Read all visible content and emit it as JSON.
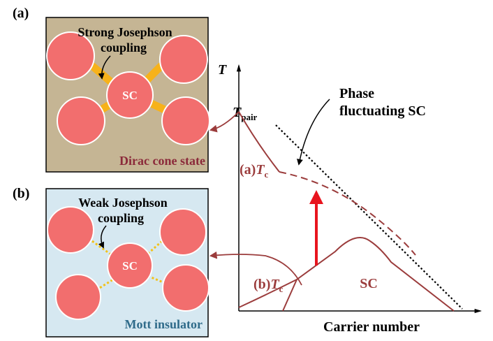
{
  "panels": {
    "a": {
      "tag": "(a)",
      "title_line1": "Strong Josephson",
      "title_line2": "coupling",
      "center_label": "SC",
      "state_label": "Dirac cone state",
      "bg_color": "#c5b594",
      "state_color": "#8b2a3a",
      "link_color": "#f7b21a"
    },
    "b": {
      "tag": "(b)",
      "title_line1": "Weak Josephson",
      "title_line2": "coupling",
      "center_label": "SC",
      "state_label": "Mott insulator",
      "bg_color": "#d6e8f1",
      "state_color": "#2f6b8a",
      "link_color": "#f2c21a"
    }
  },
  "grain_color": "#f26e6e",
  "phase": {
    "axis_y_label": "T",
    "t_pair_main": "T",
    "t_pair_sub": "pair",
    "tc_a_prefix": "(a)",
    "tc_a_main": "T",
    "tc_a_sub": "c",
    "tc_b_prefix": "(b)",
    "tc_b_main": "T",
    "tc_b_sub": "c",
    "annotation_line1": "Phase",
    "annotation_line2": "fluctuating SC",
    "dome_label": "SC",
    "axis_x_label": "Carrier number",
    "curve_color": "#9b3c3c",
    "arrow_color": "#e8141e"
  }
}
